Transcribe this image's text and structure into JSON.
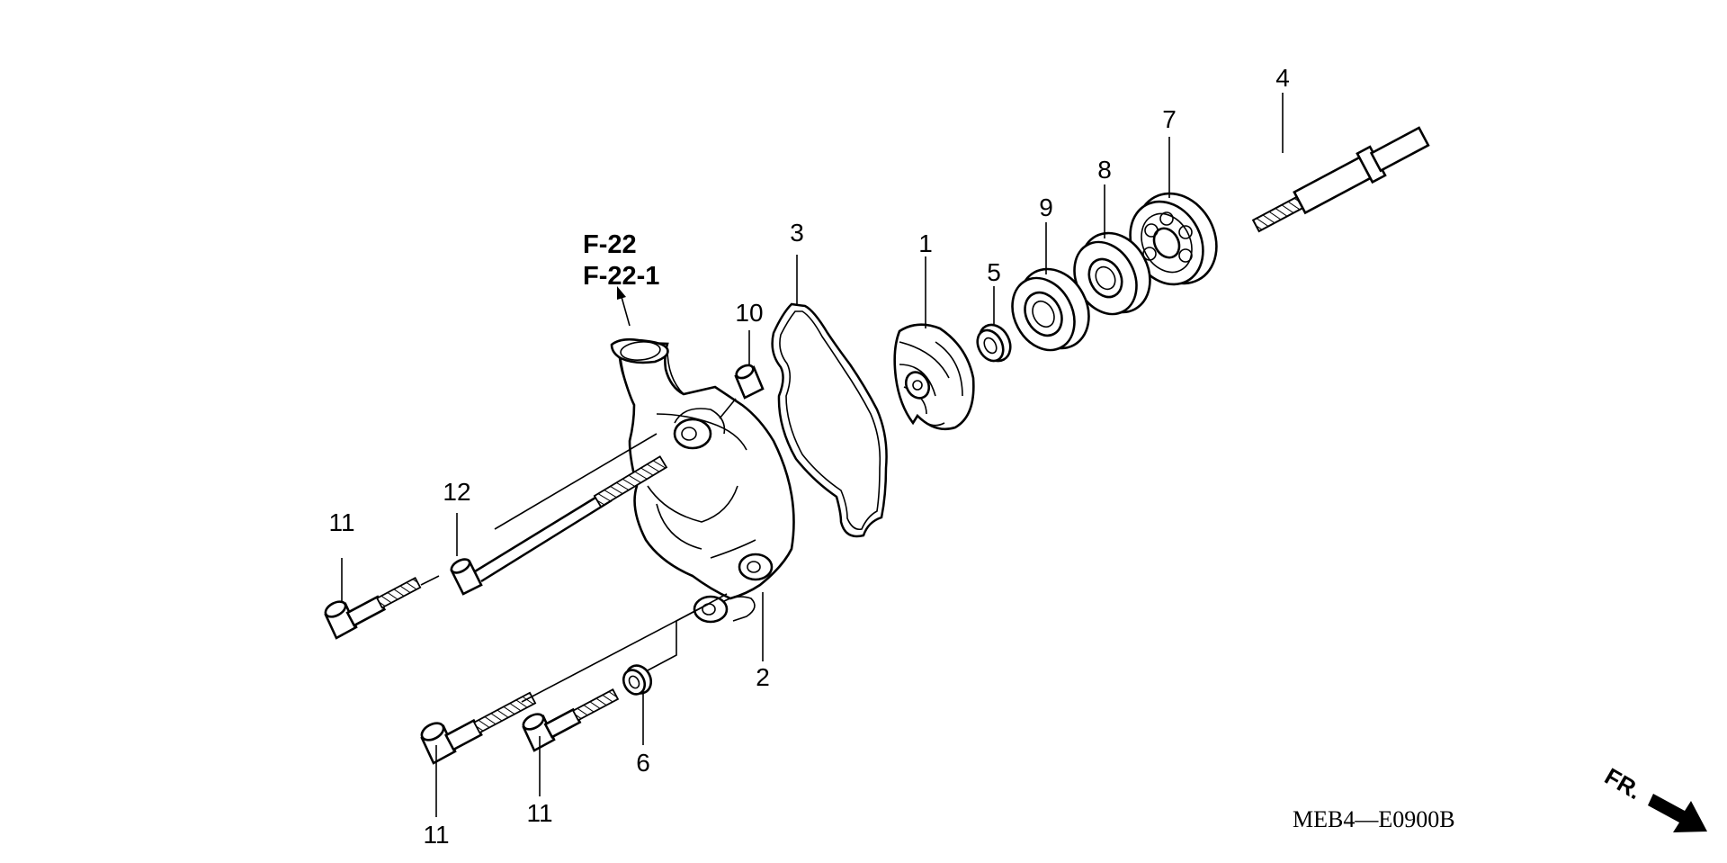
{
  "diagram": {
    "callouts": {
      "c1": "1",
      "c2": "2",
      "c3": "3",
      "c4": "4",
      "c5": "5",
      "c6": "6",
      "c7": "7",
      "c8": "8",
      "c9": "9",
      "c10": "10",
      "c11a": "11",
      "c11b": "11",
      "c11c": "11",
      "c12": "12"
    },
    "references": [
      "F-22",
      "F-22-1"
    ],
    "drawing_code": "MEB4—E0900B",
    "direction_label": "FR."
  }
}
